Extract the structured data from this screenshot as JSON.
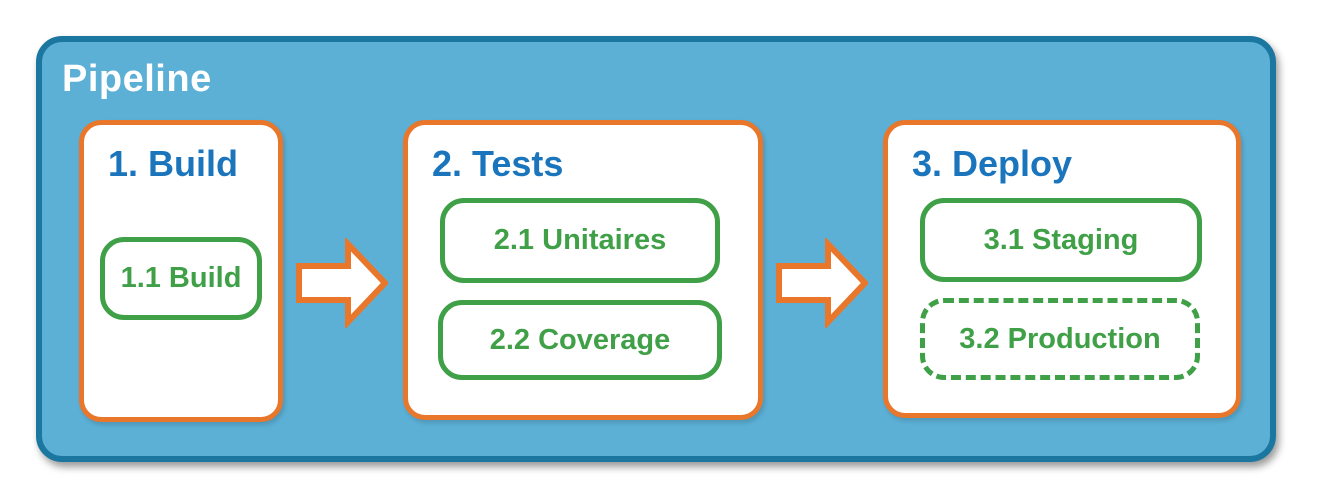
{
  "diagram": {
    "title": "Pipeline",
    "stages": [
      {
        "label": "1. Build",
        "steps": [
          {
            "label": "1.1 Build",
            "style": "solid"
          }
        ]
      },
      {
        "label": "2. Tests",
        "steps": [
          {
            "label": "2.1 Unitaires",
            "style": "solid"
          },
          {
            "label": "2.2 Coverage",
            "style": "solid"
          }
        ]
      },
      {
        "label": "3. Deploy",
        "steps": [
          {
            "label": "3.1 Staging",
            "style": "solid"
          },
          {
            "label": "3.2 Production",
            "style": "dashed"
          }
        ]
      }
    ],
    "arrows": [
      {
        "name": "build-to-tests",
        "direction": "right"
      },
      {
        "name": "tests-to-deploy",
        "direction": "right"
      }
    ],
    "colors": {
      "container_fill": "#5CB0D6",
      "container_border": "#1B779F",
      "card_fill": "#FFFFFF",
      "card_border": "#E8772B",
      "stage_title_color": "#1B75BC",
      "step_color": "#3FA047",
      "pipeline_title_color": "#FFFFFF",
      "arrow_fill": "#FFFFFF",
      "arrow_stroke": "#E8772B"
    }
  }
}
